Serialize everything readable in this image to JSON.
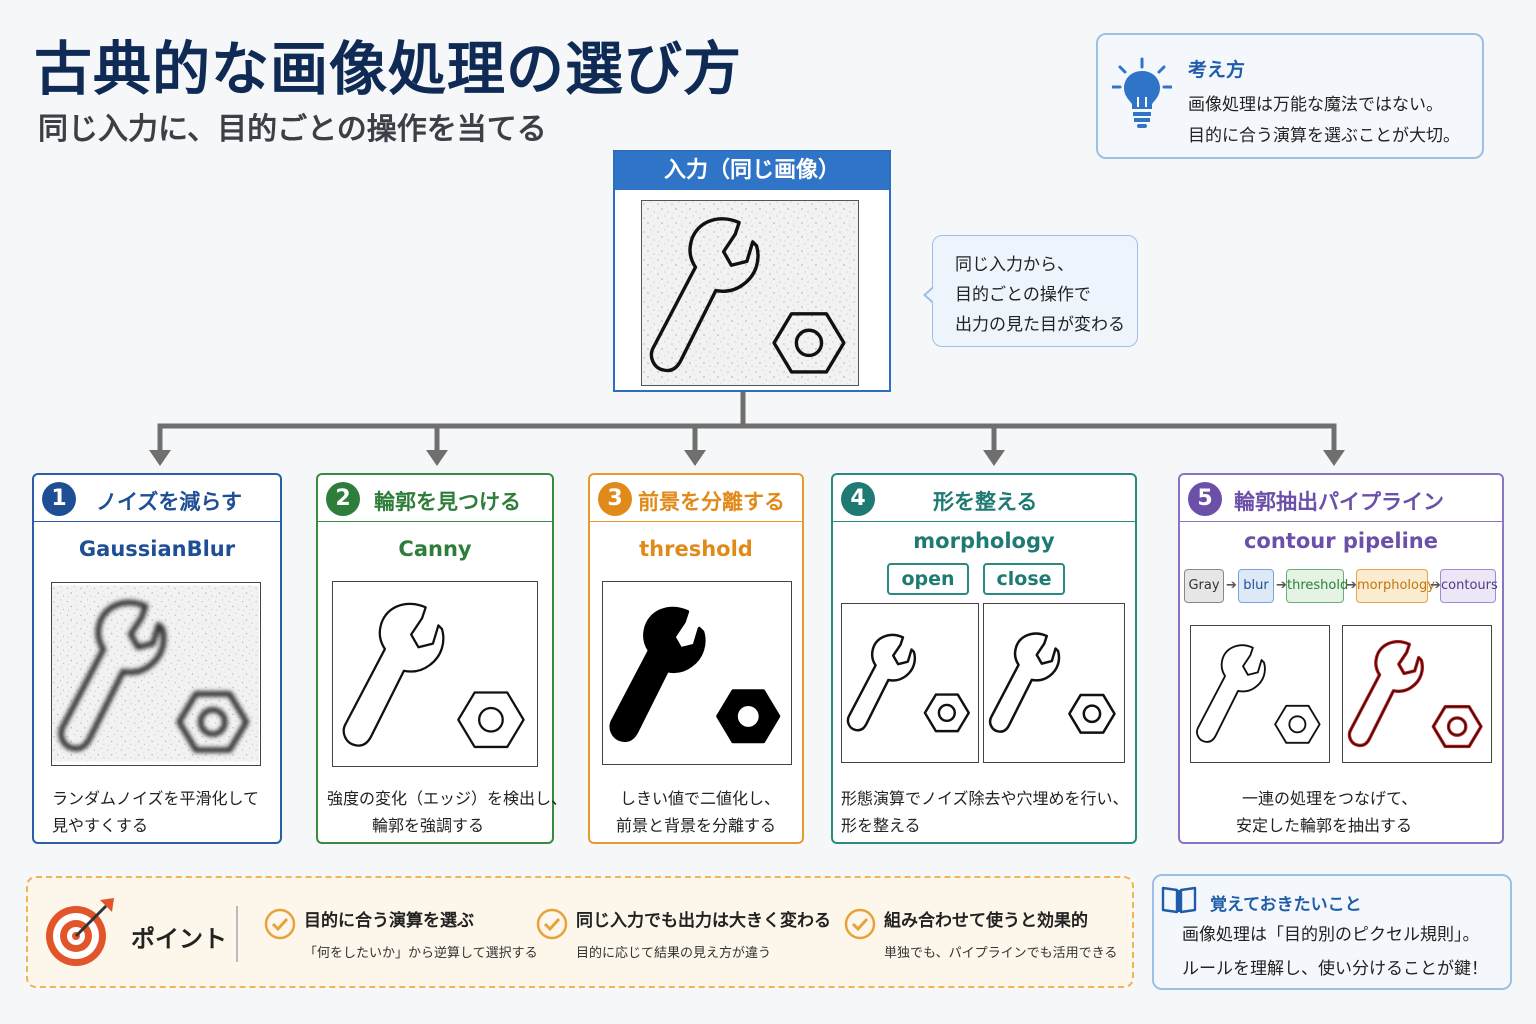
{
  "header": {
    "title": "古典的な画像処理の選び方",
    "subtitle": "同じ入力に、目的ごとの操作を当てる"
  },
  "idea": {
    "heading": "考え方",
    "line1": "画像処理は万能な魔法ではない。",
    "line2": "目的に合う演算を選ぶことが大切。",
    "icon": "lightbulb-icon"
  },
  "input": {
    "label": "入力（同じ画像）"
  },
  "callout": {
    "lines": [
      "同じ入力から、",
      "目的ごとの操作で",
      "出力の見た目が変わる"
    ]
  },
  "cards": [
    {
      "number": "1",
      "heading": "ノイズを減らす",
      "method": "GaussianBlur",
      "desc": [
        "ランダムノイズを平滑化して",
        "見やすくする"
      ],
      "color": "#1e4f95"
    },
    {
      "number": "2",
      "heading": "輪郭を見つける",
      "method": "Canny",
      "desc": [
        "強度の変化（エッジ）を検出し、",
        "輪郭を強調する"
      ],
      "color": "#2e7d3a"
    },
    {
      "number": "3",
      "heading": "前景を分離する",
      "method": "threshold",
      "desc": [
        "しきい値で二値化し、",
        "前景と背景を分離する"
      ],
      "color": "#e08a1a"
    },
    {
      "number": "4",
      "heading": "形を整える",
      "method": "morphology",
      "tags": [
        "open",
        "close"
      ],
      "desc": [
        "形態演算でノイズ除去や穴埋めを行い、",
        "形を整える"
      ],
      "color": "#1f7a73"
    },
    {
      "number": "5",
      "heading": "輪郭抽出パイプライン",
      "method": "contour pipeline",
      "pipeline": [
        "Gray",
        "blur",
        "threshold",
        "morphology",
        "contours"
      ],
      "desc": [
        "一連の処理をつなげて、",
        "安定した輪郭を抽出する"
      ],
      "color": "#6b4fa8"
    }
  ],
  "point": {
    "title": "ポイント",
    "items": [
      {
        "main": "目的に合う演算を選ぶ",
        "sub": "「何をしたいか」から逆算して選択する"
      },
      {
        "main": "同じ入力でも出力は大きく変わる",
        "sub": "目的に応じて結果の見え方が違う"
      },
      {
        "main": "組み合わせて使うと効果的",
        "sub": "単独でも、パイプラインでも活用できる"
      }
    ]
  },
  "memory": {
    "heading": "覚えておきたいこと",
    "line1": "画像処理は「目的別のピクセル規則」。",
    "line2": "ルールを理解し、使い分けることが鍵！"
  }
}
